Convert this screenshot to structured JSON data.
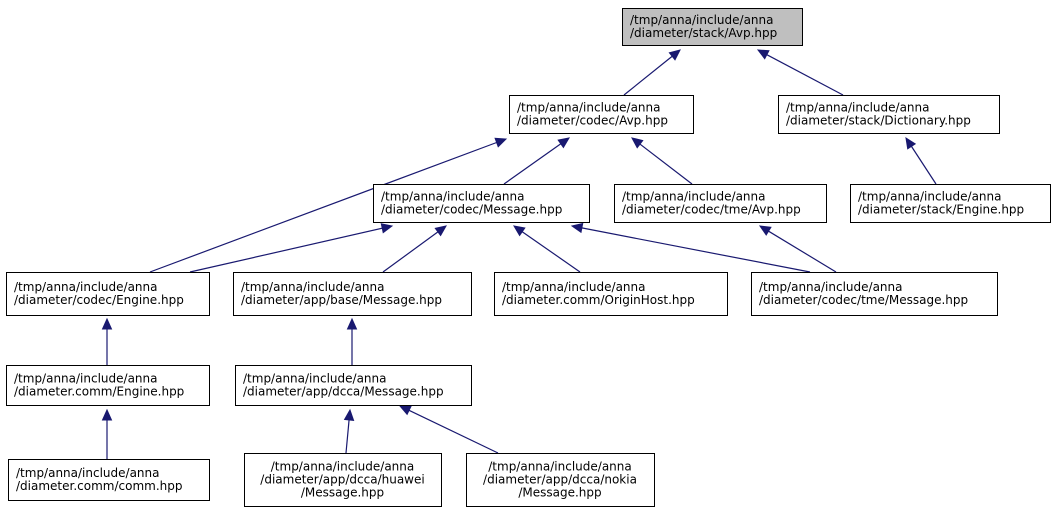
{
  "colors": {
    "root_fill": "#bfbfbf",
    "node_fill": "#ffffff",
    "edge": "#191970"
  },
  "nodes": [
    {
      "id": "stack_avp",
      "lines": [
        "/tmp/anna/include/anna",
        "/diameter/stack/Avp.hpp"
      ],
      "root": true
    },
    {
      "id": "codec_avp",
      "lines": [
        "/tmp/anna/include/anna",
        "/diameter/codec/Avp.hpp"
      ]
    },
    {
      "id": "stack_dictionary",
      "lines": [
        "/tmp/anna/include/anna",
        "/diameter/stack/Dictionary.hpp"
      ]
    },
    {
      "id": "codec_message",
      "lines": [
        "/tmp/anna/include/anna",
        "/diameter/codec/Message.hpp"
      ]
    },
    {
      "id": "codec_tme_avp",
      "lines": [
        "/tmp/anna/include/anna",
        "/diameter/codec/tme/Avp.hpp"
      ]
    },
    {
      "id": "stack_engine",
      "lines": [
        "/tmp/anna/include/anna",
        "/diameter/stack/Engine.hpp"
      ]
    },
    {
      "id": "codec_engine",
      "lines": [
        "/tmp/anna/include/anna",
        "/diameter/codec/Engine.hpp"
      ]
    },
    {
      "id": "app_base_message",
      "lines": [
        "/tmp/anna/include/anna",
        "/diameter/app/base/Message.hpp"
      ]
    },
    {
      "id": "comm_originhost",
      "lines": [
        "/tmp/anna/include/anna",
        "/diameter.comm/OriginHost.hpp"
      ]
    },
    {
      "id": "codec_tme_message",
      "lines": [
        "/tmp/anna/include/anna",
        "/diameter/codec/tme/Message.hpp"
      ]
    },
    {
      "id": "comm_engine",
      "lines": [
        "/tmp/anna/include/anna",
        "/diameter.comm/Engine.hpp"
      ]
    },
    {
      "id": "app_dcca_message",
      "lines": [
        "/tmp/anna/include/anna",
        "/diameter/app/dcca/Message.hpp"
      ]
    },
    {
      "id": "comm_comm",
      "lines": [
        "/tmp/anna/include/anna",
        "/diameter.comm/comm.hpp"
      ]
    },
    {
      "id": "dcca_huawei_message",
      "lines": [
        "/tmp/anna/include/anna",
        "/diameter/app/dcca/huawei",
        "/Message.hpp"
      ]
    },
    {
      "id": "dcca_nokia_message",
      "lines": [
        "/tmp/anna/include/anna",
        "/diameter/app/dcca/nokia",
        "/Message.hpp"
      ]
    }
  ],
  "edges": [
    {
      "from": "codec_avp",
      "to": "stack_avp"
    },
    {
      "from": "stack_dictionary",
      "to": "stack_avp"
    },
    {
      "from": "codec_message",
      "to": "codec_avp"
    },
    {
      "from": "codec_tme_avp",
      "to": "codec_avp"
    },
    {
      "from": "codec_engine",
      "to": "codec_avp"
    },
    {
      "from": "stack_engine",
      "to": "stack_dictionary"
    },
    {
      "from": "codec_engine",
      "to": "codec_message"
    },
    {
      "from": "app_base_message",
      "to": "codec_message"
    },
    {
      "from": "comm_originhost",
      "to": "codec_message"
    },
    {
      "from": "codec_tme_message",
      "to": "codec_message"
    },
    {
      "from": "codec_tme_message",
      "to": "codec_tme_avp"
    },
    {
      "from": "comm_engine",
      "to": "codec_engine"
    },
    {
      "from": "app_dcca_message",
      "to": "app_base_message"
    },
    {
      "from": "comm_comm",
      "to": "comm_engine"
    },
    {
      "from": "dcca_huawei_message",
      "to": "app_dcca_message"
    },
    {
      "from": "dcca_nokia_message",
      "to": "app_dcca_message"
    }
  ]
}
